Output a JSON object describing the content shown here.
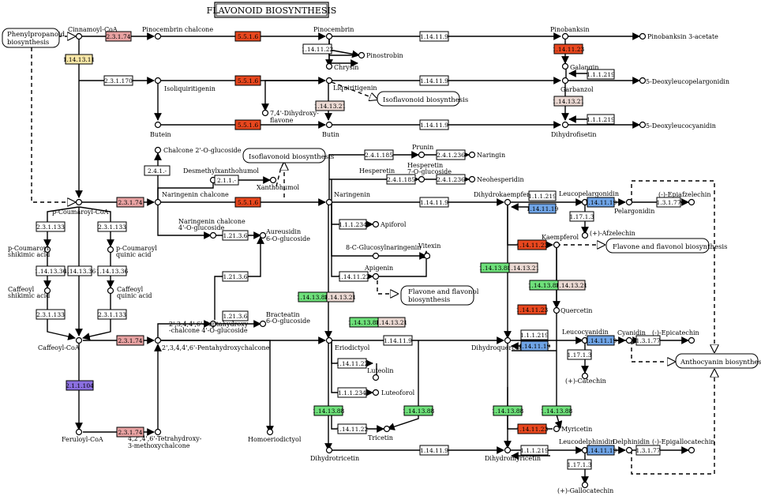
{
  "title": "FLAVONOID BIOSYNTHESIS",
  "colors": {
    "red": "#e8471e",
    "pink": "#e8a2a2",
    "green": "#6ee07a",
    "blue": "#6fa4e6",
    "purple": "#8b6fe0",
    "yellow": "#f7e6a6",
    "tan": "#ead8d2",
    "plain": "#ffffff"
  },
  "compounds": {
    "phenylpropanoid": [
      "Phenylpropanoid",
      "biosynthesis"
    ],
    "cinnamoyl_coa": "Cinnamoyl-CoA",
    "pinocembrin_chalcone": "Pinocembrin chalcone",
    "pinocembrin": "Pinocembrin",
    "pinobanksin": "Pinobanksin",
    "pinobanksin_acetate": "Pinobanksin 3-acetate",
    "pinostrobin": "Pinostrobin",
    "chrysin": "Chrysin",
    "galangin": "Galangin",
    "garbanzol": "Garbanzol",
    "deoxyleucopelargonidin": "5-Deoxyleucopelargonidin",
    "isoliquiritigenin": "Isoliquiritigenin",
    "liquiritigenin": "Liquiritigenin",
    "isoflavonoid_bio_1": "Isoflavonoid biosynthesis",
    "dihydroxyflavone": [
      "7,4'-Dihydroxy-",
      "flavone"
    ],
    "butein": "Butein",
    "butin": "Butin",
    "dihydrofisetin": "Dihydrofisetin",
    "deoxyleucocyanidin": "5-Deoxyleucocyanidin",
    "chalcone_glucoside": "Chalcone 2'-O-glucoside",
    "desmethylxanthohumol": "Desmethylxanthohumol",
    "xanthohumol": "Xanthohumol",
    "isoflavonoid_bio_2": "Isoflavonoid biosynthesis",
    "prunin": "Prunin",
    "naringin": "Naringin",
    "hesperetin": "Hesperetin",
    "hesperetin_glucoside": [
      "Hesperetin",
      "7-O-glucoside"
    ],
    "neohesperidin": "Neohesperidin",
    "p_coumaroyl_coa": "p-Coumaroyl-CoA",
    "naringenin_chalcone": "Naringenin chalcone",
    "naringenin": "Naringenin",
    "dihydrokaempferol": "Dihydrokaempferol",
    "leucopelargonidin": "Leucopelargonidin",
    "pelargonidin": "Pelargonidin",
    "epiafzelechin": "(-)-Epiafzelechin",
    "afzelechin": "(+)-Afzelechin",
    "p_coumaroyl_shikimic": [
      "p-Coumaroyl",
      "shikimic acid"
    ],
    "p_coumaroyl_quinic": [
      "p-Coumaroyl",
      "quinic acid"
    ],
    "naringenin_chalcone_glucoside": [
      "Naringenin chalcone",
      "4'-O-glucoside"
    ],
    "aureusidin_glucoside": [
      "Aureusidin",
      "6-O-glucoside"
    ],
    "apiforol": "Apiforol",
    "c_glucosylnaringenin": "8-C-Glucosylnaringenin",
    "vitexin": "Vitexin",
    "kaempferol": "Kaempferol",
    "flavone_flavonol_1": "Flavone and flavonol biosynthesis",
    "apigenin": "Apigenin",
    "flavone_flavonol_2": [
      "Flavone and flavonol",
      "biosynthesis"
    ],
    "caffeoyl_shikimic": [
      "Caffeoyl",
      "shikimic acid"
    ],
    "caffeoyl_quinic": [
      "Caffeoyl",
      "quinic acid"
    ],
    "peptahydroxy": [
      "2',3,4,4',6'-Peptahydroxy",
      "-chalcone 4'-O-glucoside"
    ],
    "bracteatin": [
      "Bracteatin",
      "6-O-glucoside"
    ],
    "quercetin": "Quercetin",
    "caffeoyl_coa": "Caffeoyl-CoA",
    "pentahydroxychalcone": "2',3,4,4',6'-Pentahydroxychalcone",
    "eriodictyol": "Eriodictyol",
    "dihydroquercetin": "Dihydroquercetin",
    "leucocyanidin": "Leucocyanidin",
    "cyanidin": "Cyanidin",
    "epicatechin": "(-)-Epicatechin",
    "anthocyanin_bio": "Anthocyanin biosynthesis",
    "luteolin": "Luteolin",
    "catechin": "(+)-Catechin",
    "luteoforol": "Luteoforol",
    "myricetin": "Myricetin",
    "tricetin": "Tricetin",
    "feruloyl_coa": "Feruloyl-CoA",
    "tetrahydroxy_methoxychalcone": [
      "4,2',4',6'-Tetrahydroxy-",
      "3-methoxychalcone"
    ],
    "homoeriodictyol": "Homoeriodictyol",
    "leucodelphinidin": "Leucodelphinidin",
    "delphinidin": "Delphinidin",
    "epigallocatechin": "(-)-Epigallocatechin",
    "dihydrotricetin": "Dihydrotricetin",
    "dihydromyricetin": "Dihydromyricetin",
    "gallocatechin": "(+)-Gallocatechin"
  },
  "enzymes": {
    "e_23174_a": "2.3.1.74",
    "e_5516_a": "5.5.1.6",
    "e_114119_a": "1.14.11.9",
    "e_1141122_a": "1.14.11.22",
    "e_1141123_a": "1.14.11.23",
    "e_1141311": "1.14.13.11",
    "e_2311170": "2.3.1.170",
    "e_5516_b": "5.5.1.6",
    "e_114119_b": "1.14.11.9",
    "e_111219_a": "1.1.1.219",
    "e_1141321_a": "1.14.13.21",
    "e_5516_c": "5.5.1.6",
    "e_114119_c": "1.14.11.9",
    "e_111219_b": "1.1.1.219",
    "e_241_a": "2.4.1.-",
    "e_211_a": "2.1.1.-",
    "e_241185_a": "2.4.1.185",
    "e_241236_a": "2.4.1.236",
    "e_241185_b": "2.4.1.185",
    "e_241236_b": "2.4.1.236",
    "e_23174_b": "2.3.1.74",
    "e_5516_d": "5.5.1.6",
    "e_114119_d": "1.14.11.9",
    "e_111219_c": "1.1.1.219",
    "e_1141119_a": "1.14.11.19",
    "e_1141119_b": "1.14.11.19",
    "e_11713_a": "1.17.1.3",
    "e_13177_a": "1.3.1.77",
    "e_231133_a": "2.3.1.133",
    "e_231133_b": "2.3.1.133",
    "e_121136_a": "1.21.3.6",
    "e_111234_a": "1.1.1.234",
    "e_1141123_b": "1.14.11.23",
    "e_1141336_a": "1.14.13.36",
    "e_1141336_b": "1.14.13.36",
    "e_1141388_a": "1.14.13.88",
    "e_1141321_b": "1.14.13.21",
    "e_1141122_b": "1.14.11.22",
    "e_121136_b": "1.21.3.6",
    "e_1141388_b": "1.14.13.88",
    "e_1141321_c": "1.14.13.21",
    "e_1141388_c": "1.14.13.88",
    "e_1141321_d": "1.14.13.21",
    "e_1141388_d": "1.14.13.88",
    "e_1141321_e": "1.14.13.21",
    "e_231133_c": "2.3.1.133",
    "e_231133_d": "2.3.1.133",
    "e_121136_c": "1.21.3.6",
    "e_1141123_c": "1.14.11.23",
    "e_23174_c": "2.3.1.74",
    "e_114119_e": "1.14.11.9",
    "e_111219_d": "1.1.1.219",
    "e_1141119_c": "1.14.11.19",
    "e_1141119_d": "1.14.11.19",
    "e_13177_b": "1.3.1.77",
    "e_1141122_c": "1.14.11.22",
    "e_11713_b": "1.17.1.3",
    "e_2111104": "2.1.1.104",
    "e_111234_b": "1.1.1.234",
    "e_1141388_e": "1.14.13.88",
    "e_1141388_f": "1.14.13.88",
    "e_1141388_g": "1.14.13.88",
    "e_1141388_h": "1.14.13.88",
    "e_1141123_d": "1.14.11.23",
    "e_23174_d": "2.3.1.74",
    "e_1141122_d": "1.14.11.22",
    "e_114119_f": "1.14.11.9",
    "e_111219_e": "1.1.1.219",
    "e_1141119_e": "1.14.11.19",
    "e_13177_c": "1.3.1.77",
    "e_11713_c": "1.17.1.3"
  }
}
